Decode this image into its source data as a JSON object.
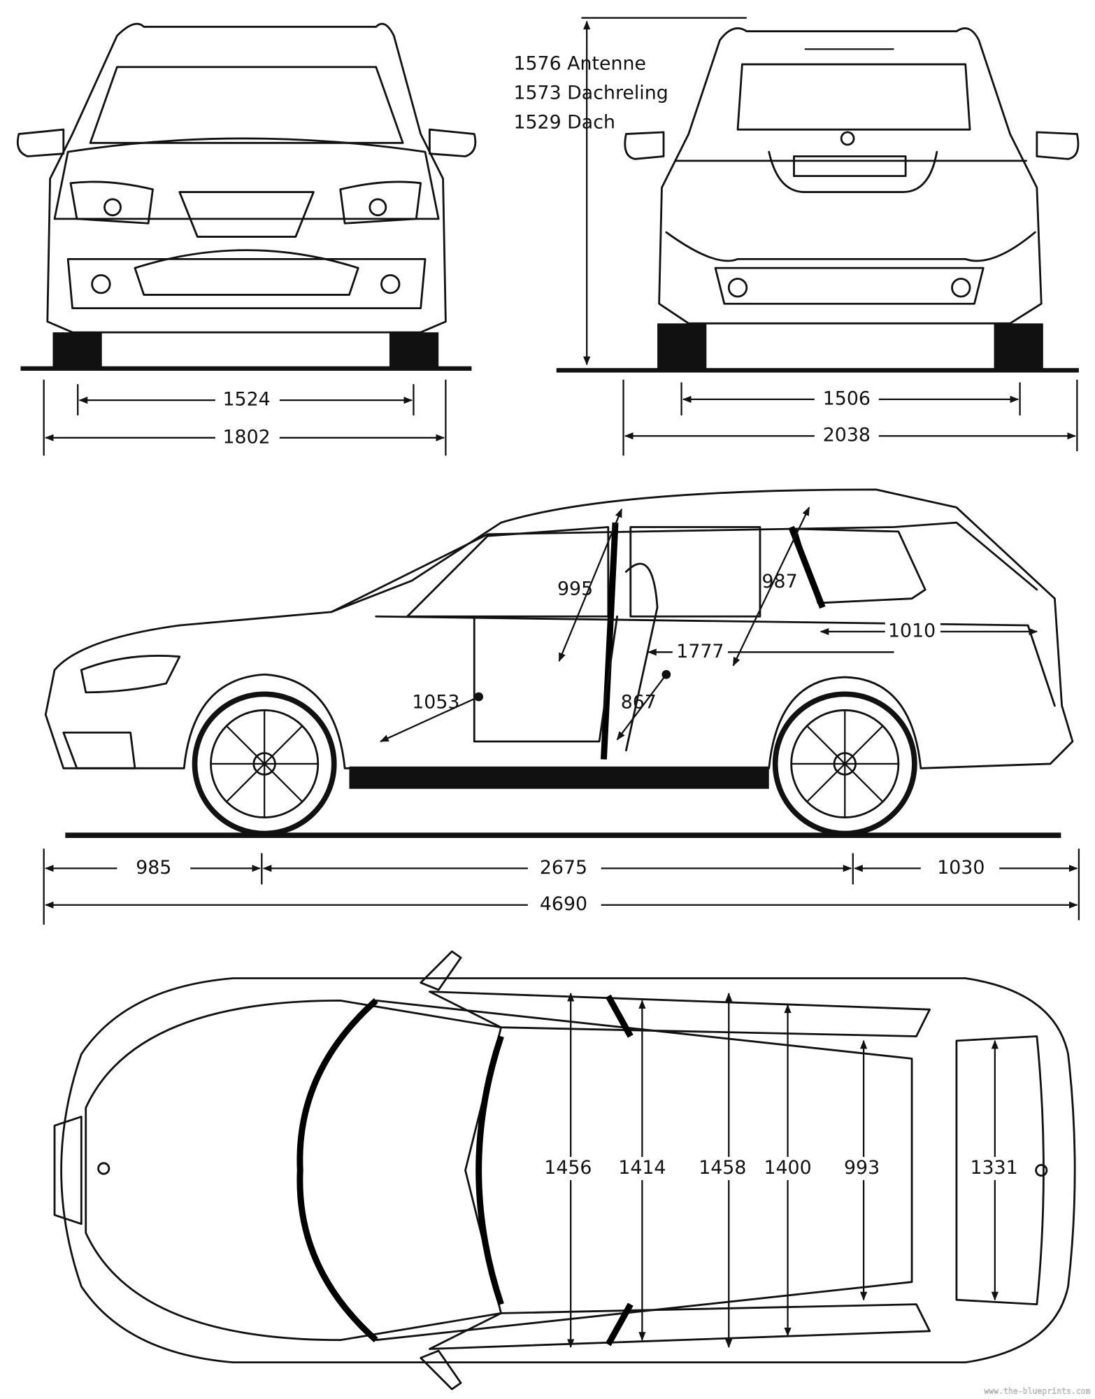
{
  "title": "Saab 9-3X blueprint dimensions",
  "front_view": {
    "track": "1524",
    "width": "1802"
  },
  "rear_view": {
    "track": "1506",
    "width_mirrors": "2038",
    "heights": [
      "1576 Antenne",
      "1573 Dachreling",
      "1529 Dach"
    ]
  },
  "side_view": {
    "front_headroom": "995",
    "rear_headroom": "987",
    "cargo_length": "1010",
    "interior_length": "1777",
    "front_legroom": "1053",
    "rear_legroom": "867",
    "front_overhang": "985",
    "wheelbase": "2675",
    "rear_overhang": "1030",
    "length": "4690"
  },
  "top_view": {
    "widths": [
      "1456",
      "1414",
      "1458",
      "1400",
      "993",
      "1331"
    ]
  },
  "watermark": "www.the-blueprints.com"
}
